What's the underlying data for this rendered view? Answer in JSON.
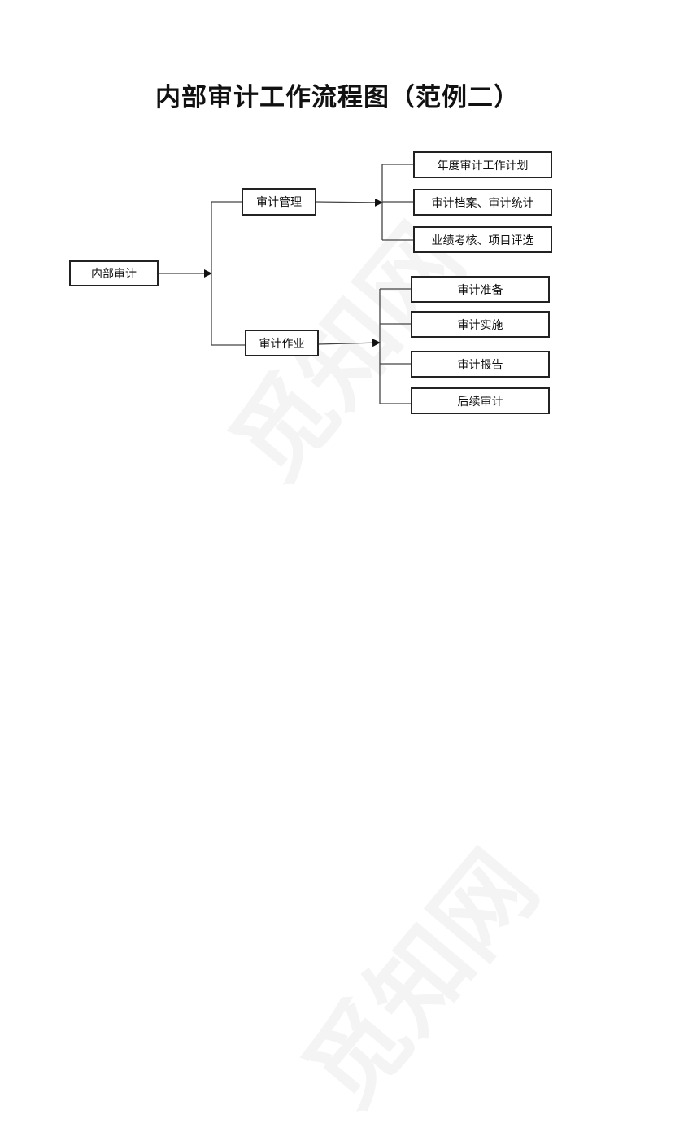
{
  "title": "内部审计工作流程图（范例二）",
  "watermark": "觅知网",
  "root": {
    "label": "内部审计"
  },
  "branches": [
    {
      "label": "审计管理",
      "children": [
        "年度审计工作计划",
        "审计档案、审计统计",
        "业绩考核、项目评选"
      ]
    },
    {
      "label": "审计作业",
      "children": [
        "审计准备",
        "审计实施",
        "审计报告",
        "后续审计"
      ]
    }
  ],
  "colors": {
    "line": "#444444",
    "border": "#222222",
    "text": "#111111"
  }
}
